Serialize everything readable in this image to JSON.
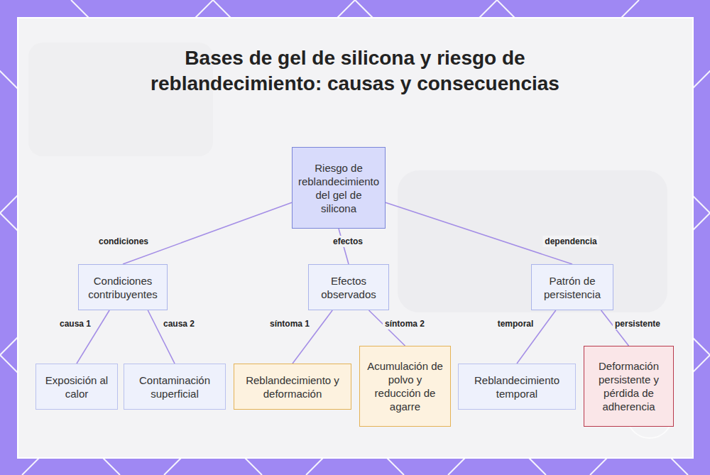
{
  "diagram": {
    "title": "Bases de gel de silicona y riesgo de reblandecimiento: causas y consecuencias",
    "nodes": [
      {
        "text": [
          "Riesgo de reblandecimiento del gel de silicona"
        ]
      },
      {
        "text": [
          "Condiciones contribuyentes"
        ]
      },
      {
        "text": [
          "Efectos observados"
        ]
      },
      {
        "text": [
          "Patrón de persistencia"
        ]
      },
      {
        "text": [
          "Exposición al calor"
        ]
      },
      {
        "text": [
          "Contaminación superficial"
        ]
      },
      {
        "text": [
          "Reblandecimiento y deformación"
        ]
      },
      {
        "text": [
          "Acumulación de polvo y reducción de agarre"
        ]
      },
      {
        "text": [
          "Reblandecimiento temporal"
        ]
      },
      {
        "text": [
          "Deformación persistente y pérdida de adherencia"
        ]
      }
    ],
    "edges": [
      {
        "from": 0,
        "to": 1,
        "label": "condiciones",
        "arrow": "none"
      },
      {
        "from": 0,
        "to": 2,
        "label": "efectos",
        "arrow": "none"
      },
      {
        "from": 0,
        "to": 3,
        "label": "dependencia",
        "arrow": "none"
      },
      {
        "from": 1,
        "to": 4,
        "label": "causa 1",
        "arrow": "none"
      },
      {
        "from": 1,
        "to": 5,
        "label": "causa 2",
        "arrow": "none"
      },
      {
        "from": 2,
        "to": 6,
        "label": "síntoma 1",
        "arrow": "none"
      },
      {
        "from": 2,
        "to": 7,
        "label": "síntoma 2",
        "arrow": "none"
      },
      {
        "from": 3,
        "to": 8,
        "label": "temporal",
        "arrow": "none"
      },
      {
        "from": 3,
        "to": 9,
        "label": "persistente",
        "arrow": "none"
      }
    ]
  }
}
